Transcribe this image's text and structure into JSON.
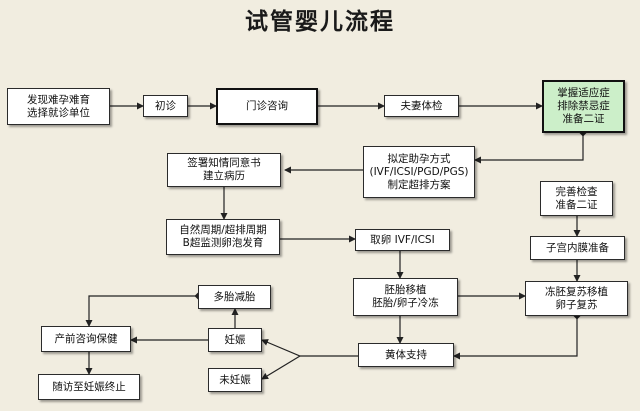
{
  "title": "试管婴儿流程",
  "nodes": {
    "find_infertility": "发现难孕难育\n选择就诊单位",
    "first_visit": "初诊",
    "outpatient": "门诊咨询",
    "couple_exam": "夫妻体检",
    "indications": "掌握适应症\n排除禁忌症\n准备二证",
    "consent": "签署知情同意书\n建立病历",
    "plan": "拟定助孕方式\n(IVF/ICSI/PGD/PGS)\n制定超排方案",
    "complete_exam": "完善检查\n准备二证",
    "cycle_monitor": "自然周期/超排周期\nB超监测卵泡发育",
    "egg_retrieval": "取卵 IVF/ICSI",
    "endometrium": "子宫内膜准备",
    "multi_reduction": "多胎减胎",
    "embryo_transfer": "胚胎移植\n胚胎/卵子冷冻",
    "thaw_transfer": "冻胚复苏移植\n卵子复苏",
    "prenatal": "产前咨询保健",
    "pregnant": "妊娠",
    "luteal_support": "黄体支持",
    "not_pregnant": "未妊娠",
    "followup": "随访至妊娠终止"
  },
  "colors": {
    "background": "#f1ede0",
    "box": "#ffffff",
    "highlight_box": "#ccefc9",
    "line": "#222222"
  }
}
